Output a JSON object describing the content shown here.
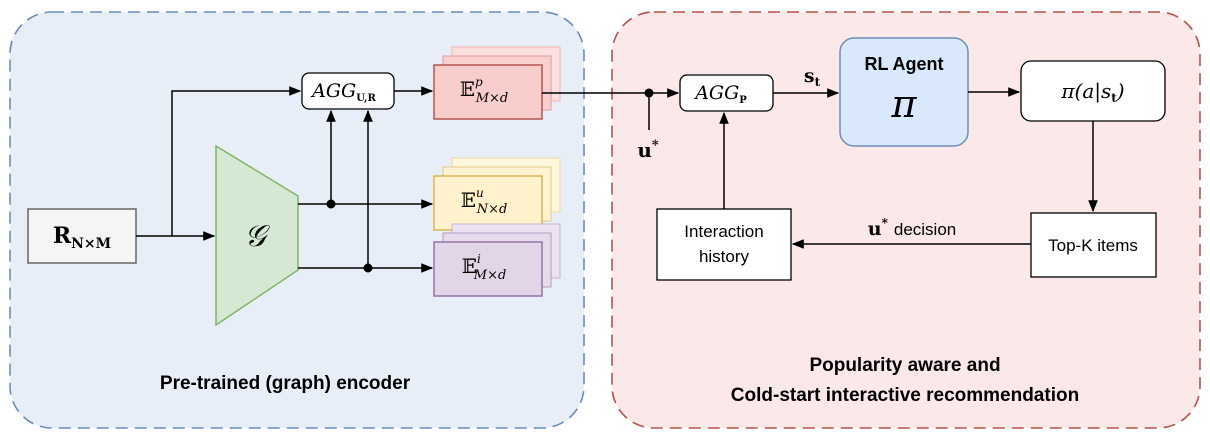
{
  "left_panel": {
    "title": "Pre-trained (graph) encoder",
    "fill": "#e8eef7",
    "border": "#6c8ebf"
  },
  "right_panel": {
    "title_line1": "Popularity aware and",
    "title_line2": "Cold-start interactive recommendation",
    "fill": "#fbe9e9",
    "border": "#b85450"
  },
  "nodes": {
    "r_matrix": {
      "main": "R",
      "sub": "N×M"
    },
    "encoder": {
      "label": "𝒢",
      "fill": "#d5e8d4",
      "border": "#82b366"
    },
    "agg_ur": {
      "main": "AGG",
      "sub": "U,R"
    },
    "e_p": {
      "main": "𝔼",
      "sup": "p",
      "sub": "M×d",
      "fill": "#f8cecc",
      "border": "#b85450"
    },
    "e_u": {
      "main": "𝔼",
      "sup": "u",
      "sub": "N×d",
      "fill": "#fff2cc",
      "border": "#d6b656"
    },
    "e_i": {
      "main": "𝔼",
      "sup": "i",
      "sub": "M×d",
      "fill": "#e1d5e7",
      "border": "#9673a6"
    },
    "agg_p": {
      "main": "AGG",
      "sub": "P"
    },
    "u_star": {
      "main": "u",
      "sup": "*"
    },
    "s_t": {
      "main": "s",
      "sub": "t"
    },
    "rl_agent": {
      "label": "RL Agent",
      "symbol": "π",
      "fill": "#dae8fc",
      "border": "#6c8ebf"
    },
    "policy": {
      "text": "π(a|s",
      "sub": "t",
      "close": ")"
    },
    "top_k": {
      "label": "Top-K items"
    },
    "history": {
      "line1": "Interaction",
      "line2": "history"
    },
    "decision": {
      "main": "u",
      "sup": "*",
      "text": "decision"
    }
  }
}
